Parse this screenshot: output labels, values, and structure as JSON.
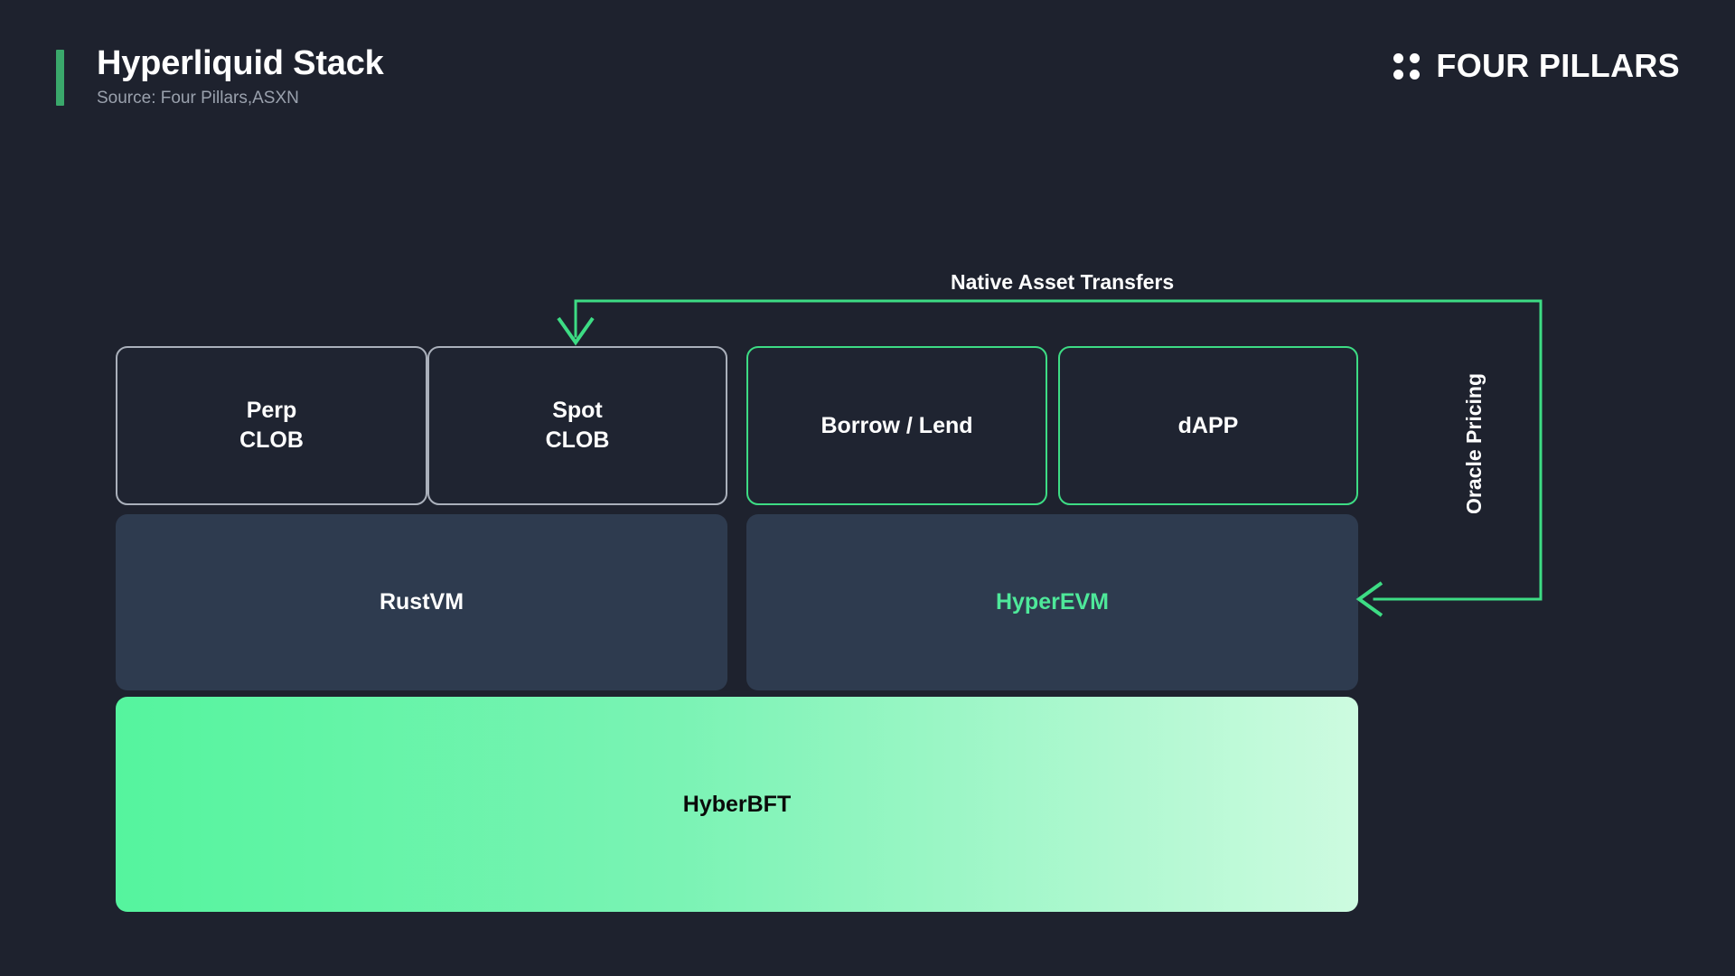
{
  "header": {
    "title": "Hyperliquid Stack",
    "subtitle": "Source: Four Pillars,ASXN",
    "brand_name": "FOUR PILLARS",
    "accent_color": "#3aa86b"
  },
  "diagram": {
    "type": "layered-architecture-stack",
    "background_color": "#1e222e",
    "layers": [
      {
        "name": "applications",
        "nodes": [
          {
            "id": "perp-clob",
            "label": "Perp\nCLOB",
            "line1": "Perp",
            "line2": "CLOB",
            "border_color": "#aab0bb",
            "fill": "#1f2431",
            "text_color": "#ffffff"
          },
          {
            "id": "spot-clob",
            "label": "Spot\nCLOB",
            "line1": "Spot",
            "line2": "CLOB",
            "border_color": "#aab0bb",
            "fill": "#1f2431",
            "text_color": "#ffffff"
          },
          {
            "id": "borrow-lend",
            "label": "Borrow / Lend",
            "border_color": "#3ddc84",
            "fill": "#1f2431",
            "text_color": "#ffffff"
          },
          {
            "id": "dapp",
            "label": "dAPP",
            "border_color": "#3ddc84",
            "fill": "#1f2431",
            "text_color": "#ffffff"
          }
        ]
      },
      {
        "name": "virtual-machines",
        "nodes": [
          {
            "id": "rustvm",
            "label": "RustVM",
            "fill": "#2e3b4f",
            "text_color": "#ffffff"
          },
          {
            "id": "hyperevm",
            "label": "HyperEVM",
            "fill": "#2e3b4f",
            "text_color": "#4ee89a"
          }
        ]
      },
      {
        "name": "consensus",
        "nodes": [
          {
            "id": "hyberbft",
            "label": "HyberBFT",
            "fill_start": "#55f49e",
            "fill_end": "#cdfbe0",
            "text_color": "#0a0a0a"
          }
        ]
      }
    ],
    "connectors": [
      {
        "id": "native-asset-transfers",
        "label": "Native Asset Transfers",
        "color": "#3ddc84",
        "from": "hyperevm-right",
        "to": "spot-clob-top",
        "arrow": "down"
      },
      {
        "id": "oracle-pricing",
        "label": "Oracle Pricing",
        "color": "#3ddc84",
        "from": "right-rail",
        "to": "hyperevm-right",
        "arrow": "left",
        "orientation": "vertical-label"
      }
    ]
  }
}
